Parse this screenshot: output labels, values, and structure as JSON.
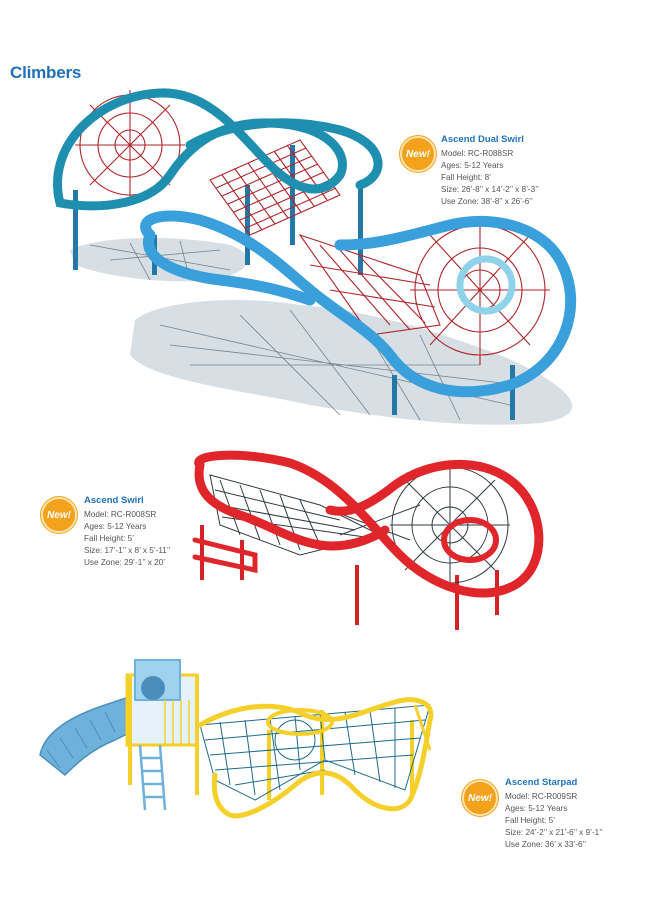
{
  "section": {
    "title": "Climbers"
  },
  "colors": {
    "heading": "#1f6fb8",
    "badge": "#f4a21c",
    "dual_swirl_frame_dark": "#1f8fb0",
    "dual_swirl_frame_light": "#3aa0dc",
    "swirl_frame": "#e0262b",
    "starpad_frame": "#f5cf2a",
    "slide": "#6eb2dc",
    "net_red": "#b0252a",
    "net_dark": "#2f3a3f",
    "net_blue": "#1e6c8c"
  },
  "products": [
    {
      "badge": "New!",
      "name": "Ascend Dual Swirl",
      "model": "Model: RC-R088SR",
      "ages": "Ages: 5-12 Years",
      "fall_height": "Fall Height: 8’",
      "size": "Size: 26’-8’’ x 14’-2’’ x 8’-3’’",
      "use_zone": "Use Zone: 38’-8’’ x 26’-6’’"
    },
    {
      "badge": "New!",
      "name": "Ascend Swirl",
      "model": "Model: RC-R008SR",
      "ages": "Ages: 5-12 Years",
      "fall_height": "Fall Height: 5’",
      "size": "Size: 17’-1’’ x  8’ x  5’-11’’",
      "use_zone": "Use Zone: 29’-1’’ x  20’"
    },
    {
      "badge": "New!",
      "name": "Ascend Starpad",
      "model": "Model: RC-R009SR",
      "ages": "Ages: 5-12 Years",
      "fall_height": "Fall Height: 5’",
      "size": "Size: 24’-2’’ x 21’-6’’ x 9’-1’’",
      "use_zone": "Use Zone:  36’ x 33’-6’’"
    }
  ]
}
